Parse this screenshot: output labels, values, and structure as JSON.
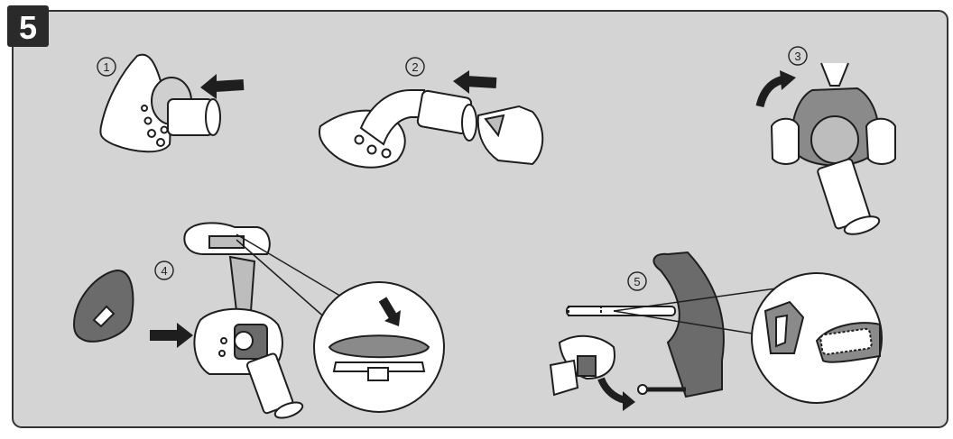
{
  "step": {
    "number": "5"
  },
  "substeps": [
    {
      "label": "1"
    },
    {
      "label": "2"
    },
    {
      "label": "3"
    },
    {
      "label": "4"
    },
    {
      "label": "5"
    }
  ],
  "colors": {
    "panel_bg": "#d4d4d4",
    "badge_bg": "#2a2a2a",
    "line": "#1e1e1e",
    "part_fill": "#ffffff",
    "cushion_fill": "#8a8a8a",
    "headgear_fill": "#6b6b6b"
  }
}
